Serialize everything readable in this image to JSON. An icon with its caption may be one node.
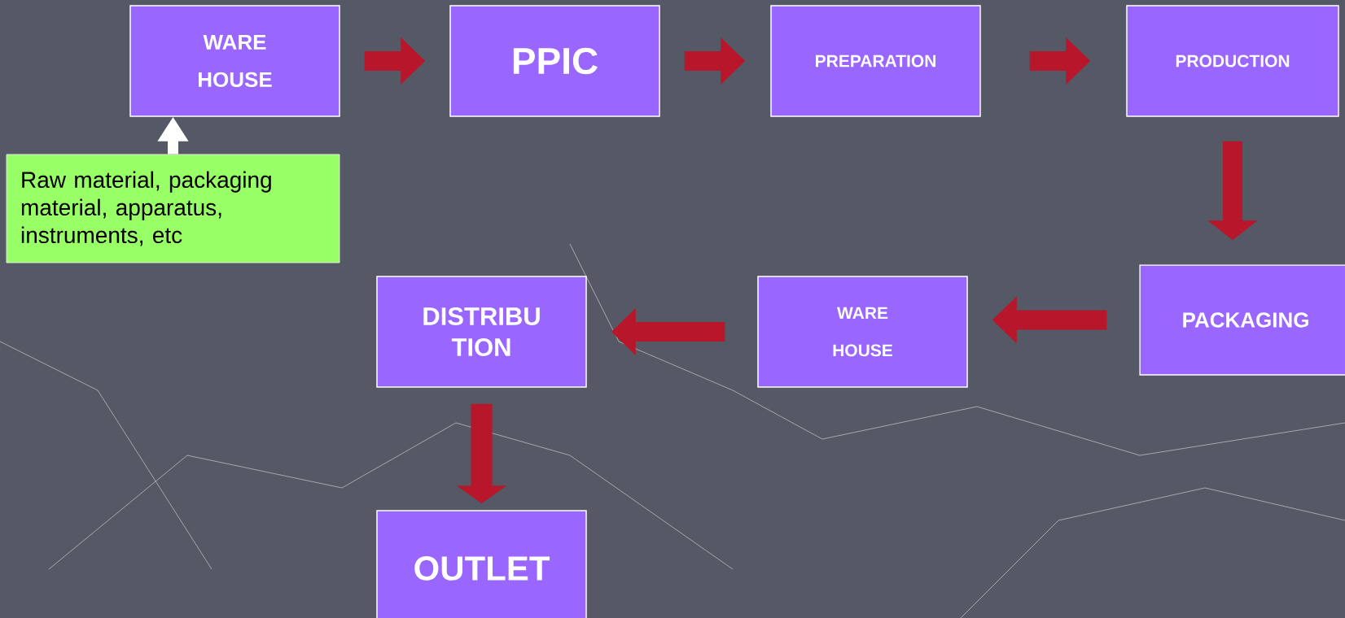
{
  "diagram": {
    "nodes": [
      {
        "text": [
          "WARE HOUSE"
        ]
      },
      {
        "text": [
          "PPIC"
        ]
      },
      {
        "text": [
          "PREPARATION"
        ]
      },
      {
        "text": [
          "PRODUCTION"
        ]
      },
      {
        "text": [
          "Raw material, packaging material, apparatus, instruments, etc"
        ]
      },
      {
        "text": [
          "DISTRIBU TION"
        ]
      },
      {
        "text": [
          "WARE HOUSE"
        ]
      },
      {
        "text": [
          "PACKAGING"
        ]
      },
      {
        "text": [
          "OUTLET"
        ]
      }
    ],
    "edges": [
      {
        "from": 0,
        "to": 1,
        "arrow": "to"
      },
      {
        "from": 1,
        "to": 2,
        "arrow": "to"
      },
      {
        "from": 2,
        "to": 3,
        "arrow": "to"
      },
      {
        "from": 3,
        "to": 7,
        "arrow": "to"
      },
      {
        "from": 7,
        "to": 6,
        "arrow": "to"
      },
      {
        "from": 6,
        "to": 5,
        "arrow": "to"
      },
      {
        "from": 5,
        "to": 8,
        "arrow": "to"
      },
      {
        "from": 4,
        "to": 0,
        "arrow": "to",
        "color": "#ffffff"
      }
    ]
  }
}
